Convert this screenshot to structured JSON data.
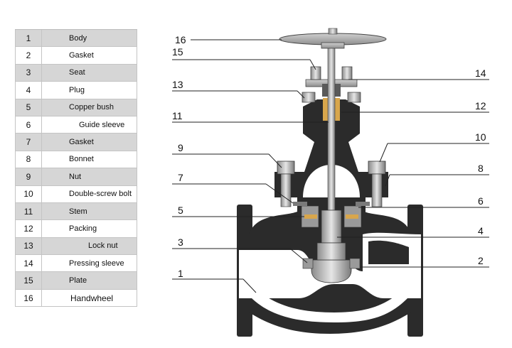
{
  "parts": [
    {
      "num": "1",
      "name": "Body"
    },
    {
      "num": "2",
      "name": "Gasket"
    },
    {
      "num": "3",
      "name": "Seat"
    },
    {
      "num": "4",
      "name": "Plug"
    },
    {
      "num": "5",
      "name": "Copper bush"
    },
    {
      "num": "6",
      "name": "Guide sleeve"
    },
    {
      "num": "7",
      "name": "Gasket"
    },
    {
      "num": "8",
      "name": "Bonnet"
    },
    {
      "num": "9",
      "name": "Nut"
    },
    {
      "num": "10",
      "name": "Double-screw bolt"
    },
    {
      "num": "11",
      "name": "Stem"
    },
    {
      "num": "12",
      "name": "Packing"
    },
    {
      "num": "13",
      "name": "Lock nut"
    },
    {
      "num": "14",
      "name": "Pressing sleeve"
    },
    {
      "num": "15",
      "name": "Plate"
    },
    {
      "num": "16",
      "name": "Handwheel"
    }
  ],
  "callouts": {
    "c1": "1",
    "c2": "2",
    "c3": "3",
    "c4": "4",
    "c5": "5",
    "c6": "6",
    "c7": "7",
    "c8": "8",
    "c9": "9",
    "c10": "10",
    "c11": "11",
    "c12": "12",
    "c13": "13",
    "c14": "14",
    "c15": "15",
    "c16": "16"
  }
}
